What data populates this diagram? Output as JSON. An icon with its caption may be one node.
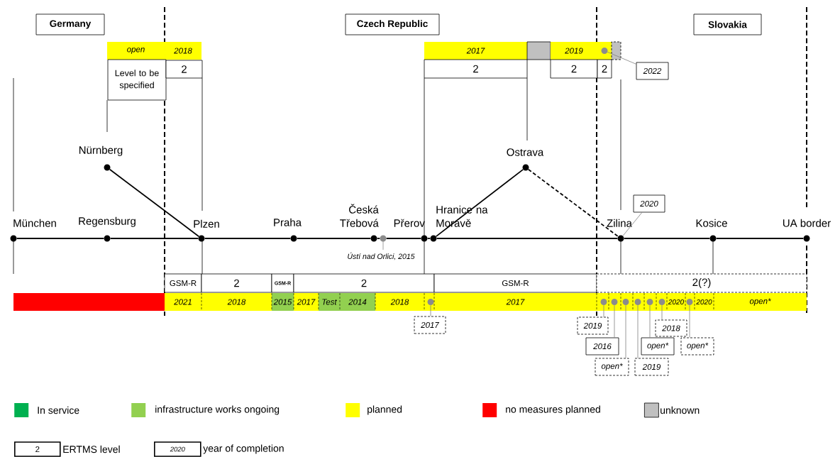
{
  "diagram": {
    "nodes": [
      {
        "text": [
          "Germany"
        ]
      },
      {
        "text": [
          "Czech Republic"
        ]
      },
      {
        "text": [
          "Slovakia"
        ]
      },
      {
        "text": [
          "open"
        ]
      },
      {
        "text": [
          "2018"
        ]
      },
      {
        "text": [
          "2017"
        ]
      },
      {
        "text": [],
        "shape": "box"
      },
      {
        "text": [
          "2019"
        ]
      },
      {
        "text": [],
        "shape": "bar"
      },
      {
        "text": [],
        "shape": "circle",
        "in": 8
      },
      {
        "text": [],
        "shape": "box"
      },
      {
        "text": [
          "Level to be specified"
        ]
      },
      {
        "text": [
          "2"
        ]
      },
      {
        "text": [
          "2"
        ]
      },
      {
        "text": [
          "2"
        ]
      },
      {
        "text": [
          "2"
        ]
      },
      {
        "text": [
          "2022"
        ]
      },
      {
        "text": [
          "Nürnberg"
        ]
      },
      {
        "text": [
          "Ostrava"
        ]
      },
      {
        "text": [
          "2020"
        ]
      },
      {
        "text": [
          "München"
        ]
      },
      {
        "text": [
          "Regensburg"
        ]
      },
      {
        "text": [
          "Plzen"
        ]
      },
      {
        "text": [
          "Praha"
        ]
      },
      {
        "text": [
          "Česká Třebová"
        ]
      },
      {
        "text": [],
        "shape": "circle",
        "beside": [
          "Ústí nad Orlici, 2015"
        ]
      },
      {
        "text": [
          "Přerov"
        ]
      },
      {
        "text": [
          "Hranice na Moravě"
        ]
      },
      {
        "text": [
          "Zilina"
        ]
      },
      {
        "text": [
          "Kosice"
        ]
      },
      {
        "text": [
          "UA border"
        ]
      },
      {
        "text": [
          "GSM-R"
        ]
      },
      {
        "text": [
          "2"
        ]
      },
      {
        "text": [
          "GSM-R"
        ]
      },
      {
        "text": [
          "2"
        ]
      },
      {
        "text": [
          "GSM-R"
        ]
      },
      {
        "text": [
          "2(?)"
        ]
      },
      {
        "text": [],
        "shape": "bar"
      },
      {
        "text": [
          "2021"
        ]
      },
      {
        "text": [
          "2018"
        ]
      },
      {
        "text": [
          "2015"
        ]
      },
      {
        "text": [
          "2017"
        ]
      },
      {
        "text": [
          "Test"
        ]
      },
      {
        "text": [
          "2014"
        ]
      },
      {
        "text": [
          "2018"
        ]
      },
      {
        "text": [],
        "shape": "bar"
      },
      {
        "text": [],
        "shape": "circle",
        "in": 45
      },
      {
        "text": [
          "2017"
        ]
      },
      {
        "text": [],
        "shape": "bar"
      },
      {
        "text": [],
        "shape": "circle",
        "in": 48
      },
      {
        "text": [],
        "shape": "bar"
      },
      {
        "text": [],
        "shape": "circle",
        "in": 50
      },
      {
        "text": [],
        "shape": "bar"
      },
      {
        "text": [],
        "shape": "circle",
        "in": 52
      },
      {
        "text": [],
        "shape": "bar"
      },
      {
        "text": [],
        "shape": "circle",
        "in": 54
      },
      {
        "text": [],
        "shape": "bar"
      },
      {
        "text": [],
        "shape": "circle",
        "in": 56
      },
      {
        "text": [],
        "shape": "bar"
      },
      {
        "text": [],
        "shape": "circle",
        "in": 58
      },
      {
        "text": [
          "2020"
        ]
      },
      {
        "text": [],
        "shape": "bar"
      },
      {
        "text": [],
        "shape": "circle",
        "in": 61
      },
      {
        "text": [
          "2020"
        ]
      },
      {
        "text": [
          "open*"
        ]
      },
      {
        "text": [
          "2017"
        ]
      },
      {
        "text": [
          "2019"
        ]
      },
      {
        "text": [
          "2018"
        ]
      },
      {
        "text": [
          "2016"
        ]
      },
      {
        "text": [
          "open*"
        ]
      },
      {
        "text": [
          "open*"
        ]
      },
      {
        "text": [
          "open*"
        ]
      },
      {
        "text": [
          "2019"
        ]
      }
    ],
    "edges": [
      {
        "from": 20,
        "to": 21,
        "arrow": "none"
      },
      {
        "from": 21,
        "to": 22,
        "arrow": "none"
      },
      {
        "from": 22,
        "to": 23,
        "arrow": "none"
      },
      {
        "from": 23,
        "to": 24,
        "arrow": "none"
      },
      {
        "from": 24,
        "to": 25,
        "arrow": "none"
      },
      {
        "from": 25,
        "to": 26,
        "arrow": "none"
      },
      {
        "from": 26,
        "to": 27,
        "arrow": "none"
      },
      {
        "from": 27,
        "to": 28,
        "arrow": "none"
      },
      {
        "from": 28,
        "to": 29,
        "arrow": "none"
      },
      {
        "from": 29,
        "to": 30,
        "arrow": "none"
      },
      {
        "from": 17,
        "to": 22,
        "arrow": "none"
      },
      {
        "from": 27,
        "to": 18,
        "arrow": "none"
      },
      {
        "from": 18,
        "to": 28,
        "arrow": "none",
        "style": "dashed"
      },
      {
        "from": 16,
        "to": 9,
        "arrow": "none",
        "color": "#808080"
      },
      {
        "from": 19,
        "to": 28,
        "arrow": "none",
        "color": "#808080"
      },
      {
        "from": 65,
        "to": 46,
        "arrow": "none",
        "color": "#808080"
      },
      {
        "from": 66,
        "to": 49,
        "arrow": "none",
        "color": "#808080"
      },
      {
        "from": 67,
        "to": 59,
        "arrow": "none",
        "color": "#808080"
      },
      {
        "from": 68,
        "to": 51,
        "arrow": "none",
        "color": "#808080"
      },
      {
        "from": 69,
        "to": 57,
        "arrow": "none",
        "color": "#808080"
      },
      {
        "from": 70,
        "to": 62,
        "arrow": "none",
        "color": "#808080"
      },
      {
        "from": 71,
        "to": 53,
        "arrow": "none",
        "color": "#808080"
      },
      {
        "from": 72,
        "to": 55,
        "arrow": "none",
        "color": "#808080"
      }
    ],
    "labels": [
      "2",
      "2020"
    ],
    "legend": [
      {
        "text": "In service",
        "color": "#00b050"
      },
      {
        "text": "infrastructure works ongoing",
        "color": "#92d050"
      },
      {
        "text": "planned",
        "color": "#ffff00"
      },
      {
        "text": "no measures planned",
        "color": "#ff0000"
      },
      {
        "text": "unknown",
        "color": "#c0c0c0"
      },
      {
        "text": "ERTMS level"
      },
      {
        "text": "year of completion"
      }
    ]
  }
}
